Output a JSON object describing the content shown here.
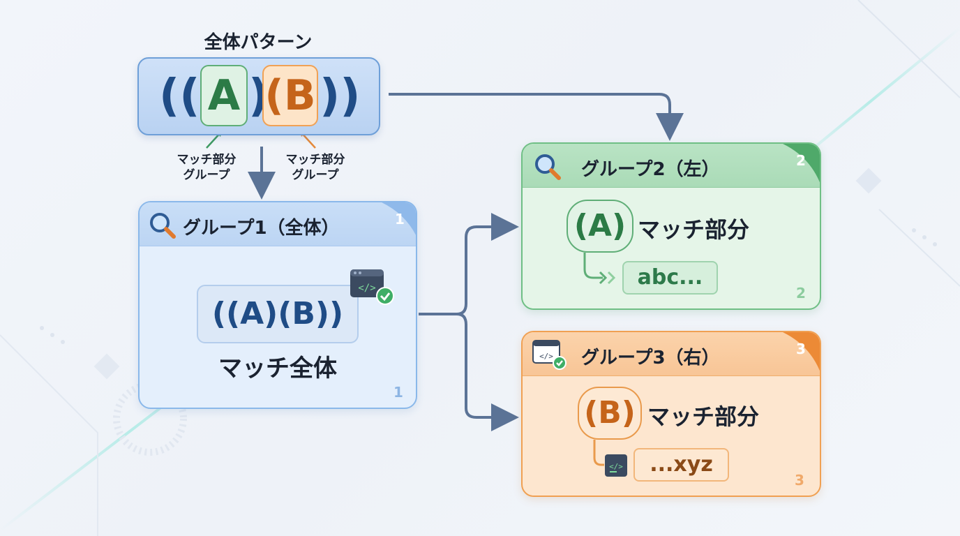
{
  "pattern": {
    "title": "全体パターン",
    "paren_open": "((",
    "paren_close": "))",
    "group_a": "A",
    "group_b": "B",
    "paren_a_close": ")",
    "paren_b_open": "(",
    "label_left": [
      "マッチ部分",
      "グループ"
    ],
    "label_right": [
      "マッチ部分",
      "グループ"
    ]
  },
  "group1": {
    "title": "グループ1（全体）",
    "corner_number": "1",
    "footer_number": "1",
    "pattern_text": "((A)(B))",
    "match_label": "マッチ全体"
  },
  "group2": {
    "title": "グループ2（左）",
    "corner_number": "2",
    "footer_number": "2",
    "chip": "(A)",
    "match_label": "マッチ部分",
    "value": "abc..."
  },
  "group3": {
    "title": "グループ3（右）",
    "corner_number": "3",
    "footer_number": "3",
    "chip": "(B)",
    "match_label": "マッチ部分",
    "value": "...xyz"
  },
  "colors": {
    "blue": "#1f4c86",
    "green": "#2c7b46",
    "orange": "#c5641a",
    "arrow": "#5b7396"
  },
  "icons": [
    "search-icon",
    "code-check-icon",
    "terminal-icon"
  ]
}
